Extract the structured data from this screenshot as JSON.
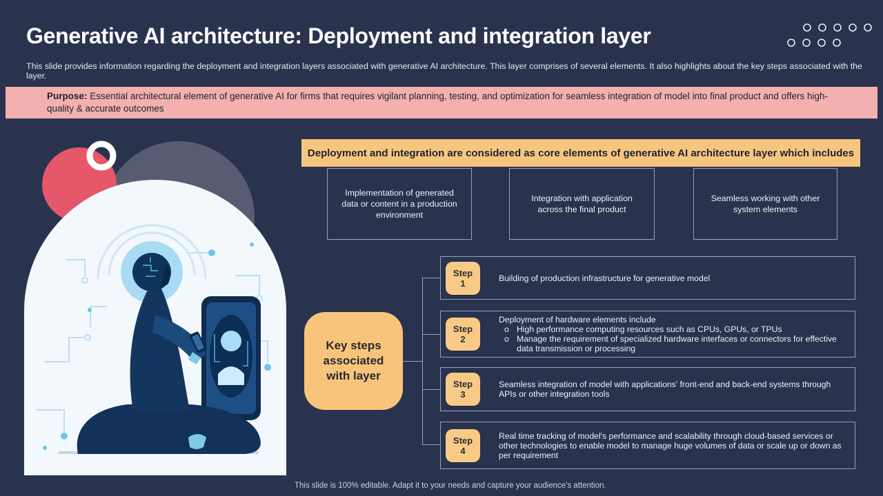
{
  "slide": {
    "title": "Generative AI architecture:  Deployment and integration layer",
    "subtitle": "This slide provides information regarding the deployment and integration layers associated with generative AI architecture. This layer comprises of several elements. It also highlights about the key steps associated with the layer.",
    "footer": "This slide is 100% editable.  Adapt it to your needs and capture your audience's attention."
  },
  "purpose": {
    "label": "Purpose:",
    "text": "Essential architectural element of generative AI for firms that requires vigilant planning, testing, and optimization for seamless integration of model into final product and offers high-quality & accurate outcomes"
  },
  "banner": {
    "text": "Deployment and integration are considered as core elements of generative AI architecture layer which includes"
  },
  "elements": [
    {
      "text": "Implementation of generated data or content in a production environment"
    },
    {
      "text": "Integration with application across the final product"
    },
    {
      "text": "Seamless working with other system elements"
    }
  ],
  "key_steps": {
    "label": "Key steps associated with layer"
  },
  "steps": [
    {
      "badge": "Step",
      "number": "1",
      "text": "Building of production infrastructure for generative model",
      "bullets": []
    },
    {
      "badge": "Step",
      "number": "2",
      "text": "Deployment of hardware elements include",
      "bullets": [
        "High performance computing resources such as CPUs, GPUs, or TPUs",
        "Manage the requirement of specialized hardware interfaces or connectors for effective data transmission or processing"
      ]
    },
    {
      "badge": "Step",
      "number": "3",
      "text": "Seamless integration of model with applications' front-end and back-end systems through APIs or other integration tools",
      "bullets": []
    },
    {
      "badge": "Step",
      "number": "4",
      "text": "Real time tracking of model's performance and scalability through cloud-based services or other technologies to enable model to manage huge volumes of data or scale up or down as per requirement",
      "bullets": []
    }
  ],
  "colors": {
    "background": "#2a334e",
    "accent_orange": "#f7c67e",
    "badge_orange": "#f9ca85",
    "purpose_salmon": "#f3b0ae",
    "box_border": "#98a3bb",
    "text_light": "#eef1f7",
    "red_circle": "#e4586a",
    "slate_circle": "#575c73"
  }
}
